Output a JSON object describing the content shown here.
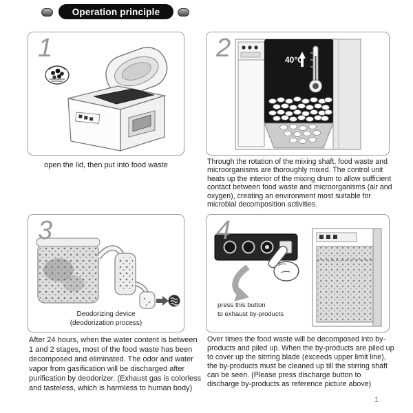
{
  "page": {
    "title": "Operation principle",
    "page_number": "1"
  },
  "colors": {
    "header_bg": "#0e0e0e",
    "panel_border": "#9a9a9a",
    "chamber_dark": "#161616"
  },
  "icons": {
    "header_capsules": "small-pill-shapes",
    "thermometer": "thermometer-in-dark-chamber",
    "exhaust_gas": "dark-circle-with-wave-lines",
    "curved_arrow": "thick-gray-bent-arrow",
    "pressing_hand": "hand-pressing-button"
  },
  "steps": [
    {
      "number": "1",
      "caption": "open the lid, then  put into food waste"
    },
    {
      "number": "2",
      "temperature": "40°C",
      "caption": "Through the rotation of the mixing shaft, food waste and microorganisms are thoroughly mixed. The control unit heats up the interior of the mixing drum to allow sufficient contact between food waste and microorganisms (air and oxygen), creating an environment most suitable for microbial decomposition activities."
    },
    {
      "number": "3",
      "label_line1": "Deodorizing device",
      "label_line2": "(deodorization process)",
      "caption": "After 24 hours, when the water content is between 1 and 2 stages, most of the food waste has been decomposed and eliminated. The odor and water vapor from gasification will be discharged after purification by deodorizer. (Exhaust gas is colorless and tasteless, which is harmless to human body)"
    },
    {
      "number": "4",
      "note_line1": "press this button",
      "note_line2": "to exhaust by-products",
      "caption": "Over times the food waste will be decomposed into by-products and piled up. When the by-products are piled up to cover up the sitrring blade (exceeds upper limit line), the by-products must be cleaned up till the stirring shaft can be seen. (Please press discharge button to discharge by-products as reference picture above)"
    }
  ]
}
